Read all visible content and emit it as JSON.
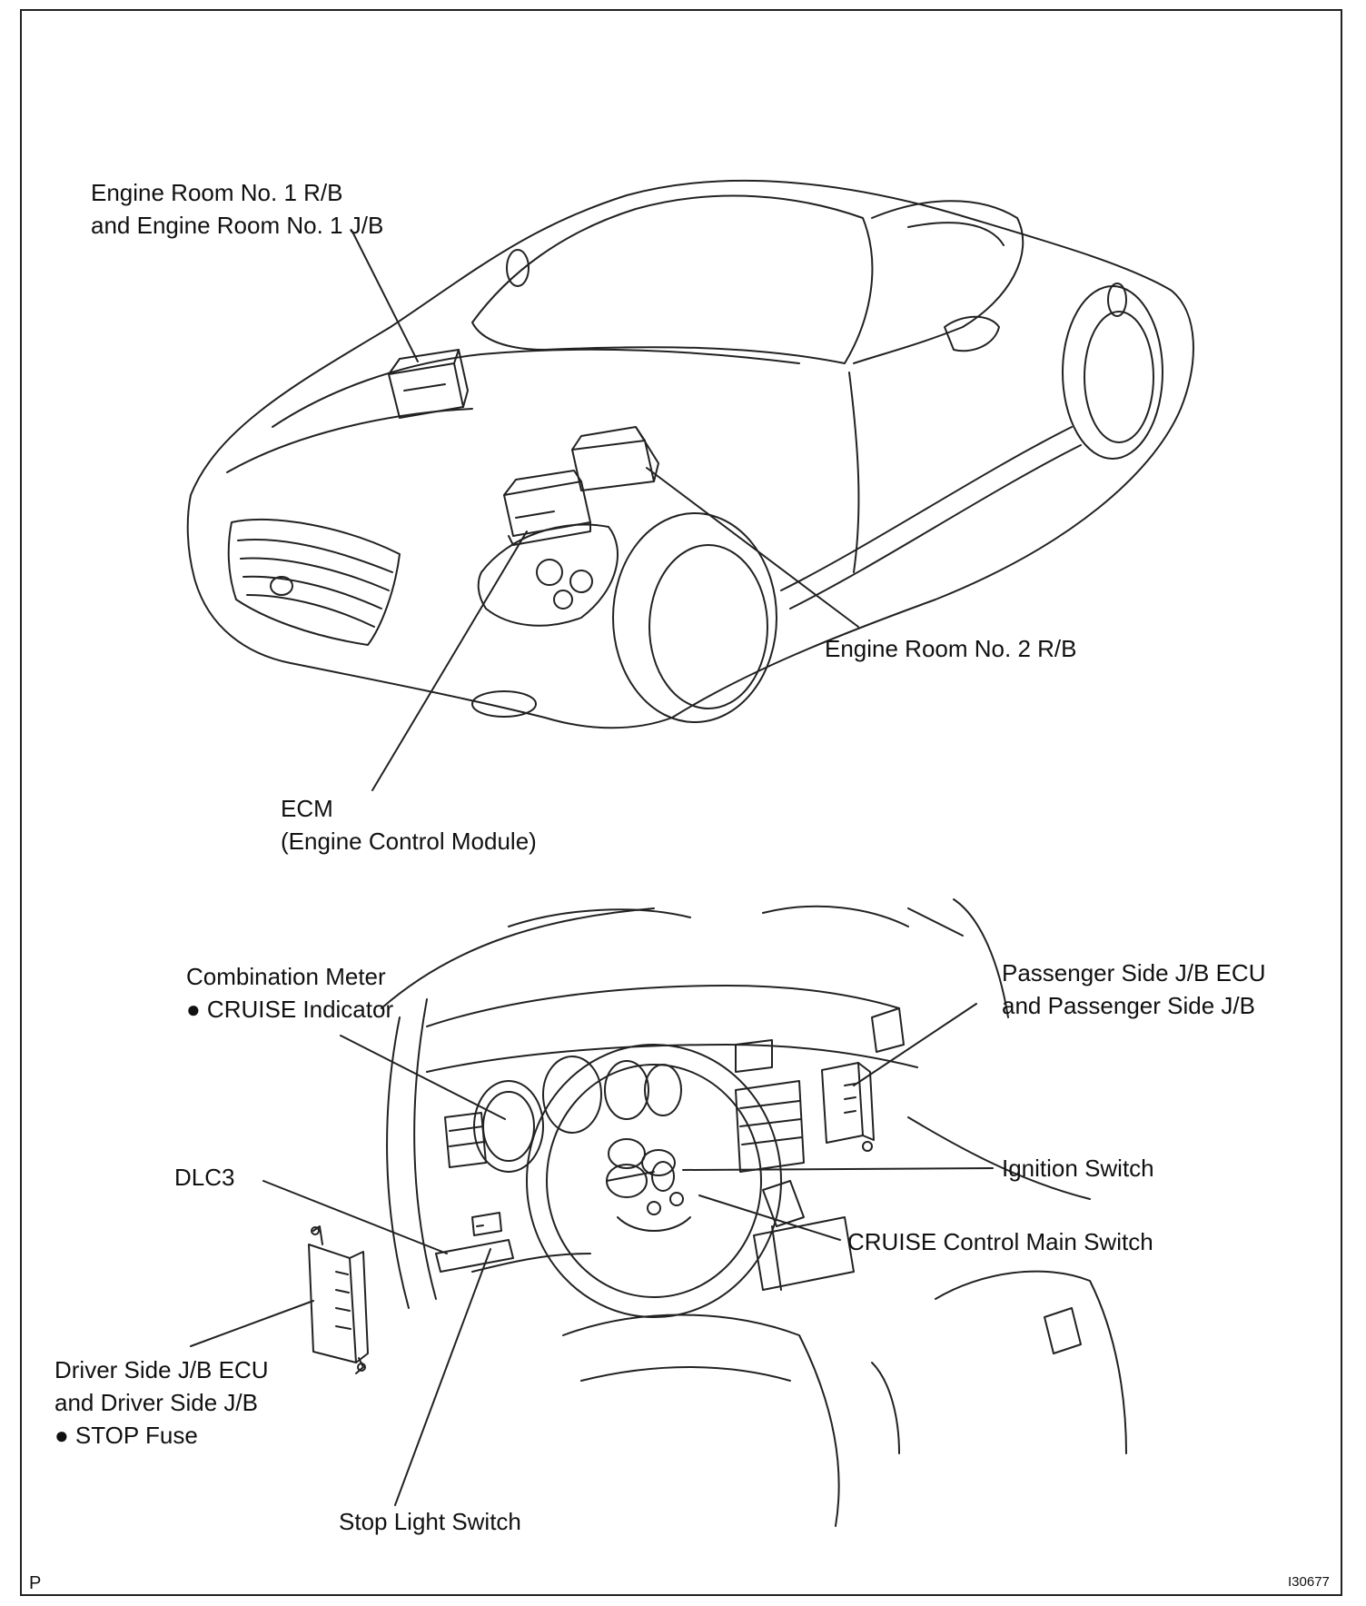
{
  "top_view": {
    "labels": {
      "engine_room_1": [
        "Engine Room No. 1 R/B",
        "and Engine Room No. 1 J/B"
      ],
      "engine_room_2": "Engine Room No. 2 R/B",
      "ecm": [
        "ECM",
        "(Engine Control Module)"
      ]
    }
  },
  "bottom_view": {
    "labels": {
      "combination_meter": [
        "Combination Meter",
        "● CRUISE Indicator"
      ],
      "passenger_jb": [
        "Passenger Side J/B ECU",
        "and Passenger Side J/B"
      ],
      "dlc3": "DLC3",
      "ignition_switch": "Ignition Switch",
      "cruise_main_switch": "CRUISE Control Main Switch",
      "driver_jb": [
        "Driver Side J/B ECU",
        "and Driver Side J/B",
        "● STOP Fuse"
      ],
      "stop_light_switch": "Stop Light Switch"
    }
  },
  "footer": {
    "corner_left": "P",
    "figure_id": "I30677"
  }
}
